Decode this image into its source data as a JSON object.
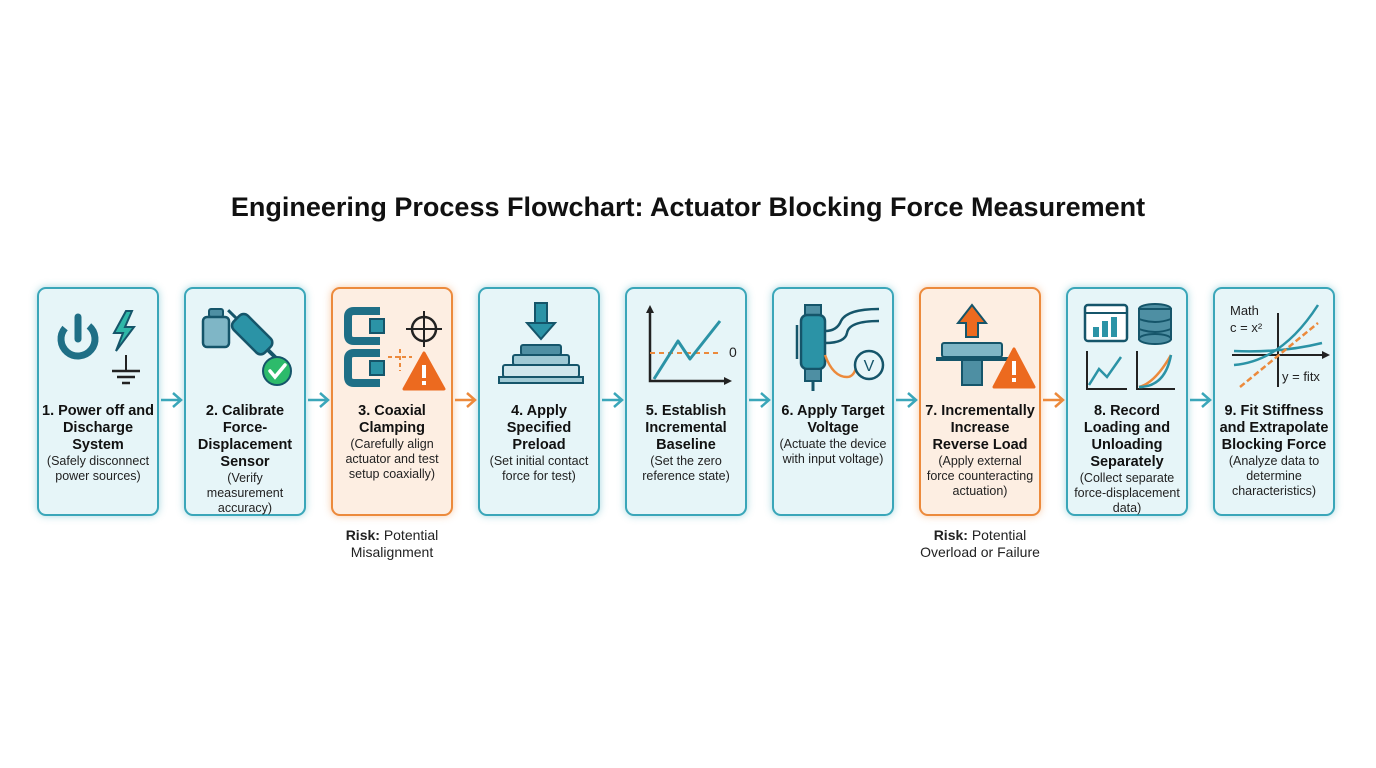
{
  "title": "Engineering Process Flowchart: Actuator Blocking Force Measurement",
  "colors": {
    "normal_border": "#3aa6b9",
    "risk_border": "#ec8a3c",
    "normal_fill": "#e6f5f8",
    "risk_fill": "#fdeee2"
  },
  "steps": [
    {
      "title": "1. Power off and Discharge System",
      "desc": "(Safely disconnect power sources)",
      "icon": "power-discharge-icon",
      "risk": false
    },
    {
      "title": "2. Calibrate Force-Displacement Sensor",
      "desc": "(Verify measurement accuracy)",
      "icon": "calibration-icon",
      "risk": false
    },
    {
      "title": "3. Coaxial Clamping",
      "desc": "(Carefully align actuator and test setup coaxially)",
      "icon": "clamp-target-warning-icon",
      "risk": true
    },
    {
      "title": "4. Apply Specified Preload",
      "desc": "(Set initial contact force for test)",
      "icon": "preload-press-icon",
      "risk": false
    },
    {
      "title": "5. Establish Incremental Baseline",
      "desc": "(Set the zero reference state)",
      "icon": "baseline-graph-icon",
      "risk": false
    },
    {
      "title": "6. Apply Target Voltage",
      "desc": "(Actuate the device with input voltage)",
      "icon": "voltage-actuator-icon",
      "risk": false
    },
    {
      "title": "7. Incrementally Increase Reverse Load",
      "desc": "(Apply external force counteracting actuation)",
      "icon": "reverse-load-warning-icon",
      "risk": true
    },
    {
      "title": "8. Record Loading and Unloading Separately",
      "desc": "(Collect separate force-displacement data)",
      "icon": "data-recording-icon",
      "risk": false
    },
    {
      "title": "9. Fit Stiffness and Extrapolate Blocking Force",
      "desc": "(Analyze data to determine characteristics)",
      "icon": "math-fit-icon",
      "risk": false
    }
  ],
  "icon_text": {
    "baseline_zero": "0",
    "voltmeter": "V",
    "math": "Math",
    "eq1": "c = x²",
    "eq2": "y = fitx"
  },
  "risk_notes": [
    {
      "label": "Risk:",
      "line1": "Potential",
      "line2": "Misalignment"
    },
    {
      "label": "Risk:",
      "line1": "Potential",
      "line2": "Overload or Failure"
    }
  ]
}
